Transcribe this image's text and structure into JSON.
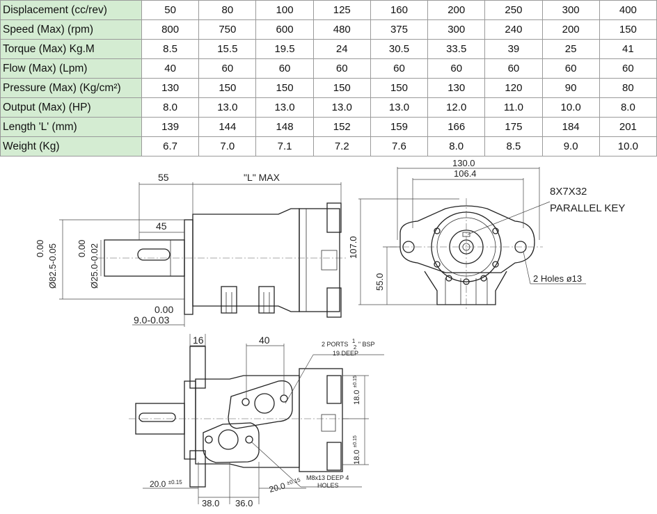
{
  "spec_table": {
    "rows": [
      {
        "label": "Displacement (cc/rev)",
        "values": [
          "50",
          "80",
          "100",
          "125",
          "160",
          "200",
          "250",
          "300",
          "400"
        ]
      },
      {
        "label": "Speed (Max) (rpm)",
        "values": [
          "800",
          "750",
          "600",
          "480",
          "375",
          "300",
          "240",
          "200",
          "150"
        ]
      },
      {
        "label": "Torque (Max) Kg.M",
        "values": [
          "8.5",
          "15.5",
          "19.5",
          "24",
          "30.5",
          "33.5",
          "39",
          "25",
          "41"
        ]
      },
      {
        "label": "Flow (Max) (Lpm)",
        "values": [
          "40",
          "60",
          "60",
          "60",
          "60",
          "60",
          "60",
          "60",
          "60"
        ]
      },
      {
        "label": "Pressure (Max) (Kg/cm²)",
        "values": [
          "130",
          "150",
          "150",
          "150",
          "150",
          "130",
          "120",
          "90",
          "80"
        ]
      },
      {
        "label": "Output (Max) (HP)",
        "values": [
          "8.0",
          "13.0",
          "13.0",
          "13.0",
          "13.0",
          "12.0",
          "11.0",
          "10.0",
          "8.0"
        ]
      },
      {
        "label": "Length 'L' (mm)",
        "values": [
          "139",
          "144",
          "148",
          "152",
          "159",
          "166",
          "175",
          "184",
          "201"
        ]
      },
      {
        "label": "Weight (Kg)",
        "values": [
          "6.7",
          "7.0",
          "7.1",
          "7.2",
          "7.6",
          "8.0",
          "8.5",
          "9.0",
          "10.0"
        ]
      }
    ]
  },
  "side_view": {
    "dim_55": "55",
    "dim_l_max": "\"L\" MAX",
    "dim_45": "45",
    "dim_d82_tol_top": "0.00",
    "dim_d82": "Ø82.5-0.05",
    "dim_d25_tol_top": "0.00",
    "dim_d25": "Ø25.0-0.02",
    "dim_key_tol_top": "0.00",
    "dim_key": "9.0-0.03"
  },
  "front_view": {
    "dim_130": "130.0",
    "dim_106": "106.4",
    "key_size": "8X7X32",
    "key_label": "PARALLEL KEY",
    "dim_107": "107.0",
    "dim_55": "55.0",
    "holes_label": "2 Holes ø13"
  },
  "port_view": {
    "dim_16": "16",
    "dim_40": "40",
    "ports_label_prefix": "2 PORTS",
    "ports_frac_num": "1",
    "ports_frac_den": "2",
    "ports_label_suffix": "\" BSP",
    "ports_deep": "19 DEEP",
    "dim_18_top": "18.0",
    "dim_18_top_tol": "±0.15",
    "dim_18_bot": "18.0",
    "dim_18_bot_tol": "±0.15",
    "bolt_label_1": "M8x13 DEEP 4",
    "bolt_label_2": "HOLES",
    "dim_20_left": "20.0",
    "dim_20_left_tol": "±0.15",
    "dim_20_right": "20.0",
    "dim_20_right_tol": "±0.15",
    "dim_38": "38.0",
    "dim_36": "36.0"
  }
}
